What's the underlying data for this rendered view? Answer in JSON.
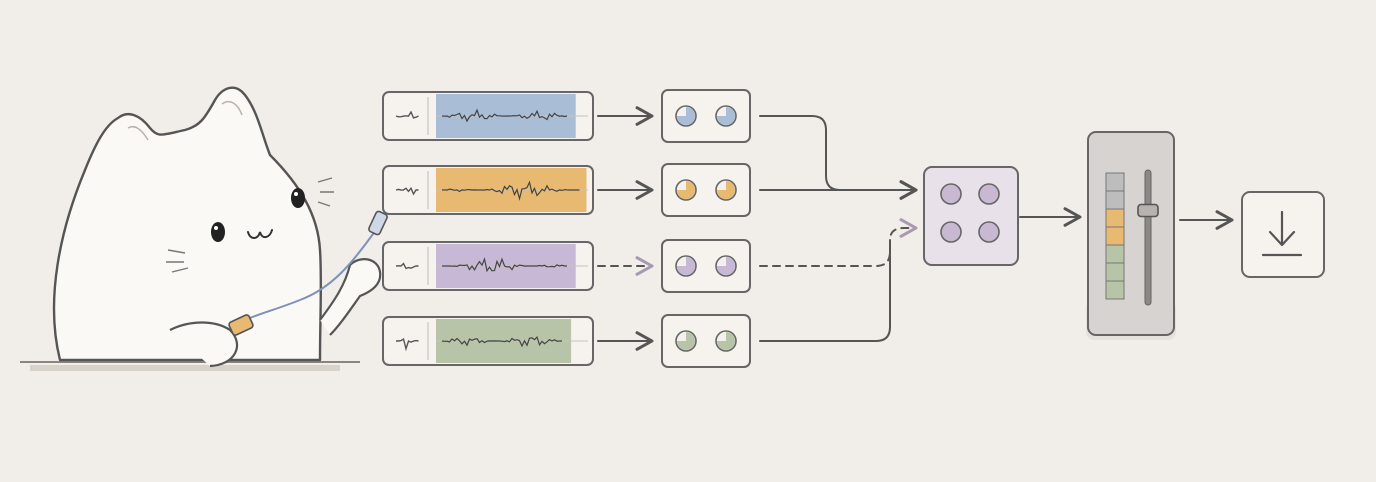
{
  "diagram": {
    "tracks": [
      {
        "id": "track-1",
        "color": "#a9bdd6",
        "fill_level": 0.68,
        "connection": "solid"
      },
      {
        "id": "track-2",
        "color": "#e8b970",
        "fill_level": 0.75,
        "connection": "solid"
      },
      {
        "id": "track-3",
        "color": "#c7b8d6",
        "fill_level": 0.68,
        "connection": "dashed"
      },
      {
        "id": "track-4",
        "color": "#b7c4a8",
        "fill_level": 0.65,
        "connection": "solid"
      }
    ],
    "mixer": {
      "knob_count": 4,
      "color": "#e9e1ea",
      "knob_color": "#c9b8d2"
    },
    "master": {
      "meter_segments": [
        "#bdbdbd",
        "#bdbdbd",
        "#e8b970",
        "#e8b970",
        "#b7c4a8",
        "#b7c4a8",
        "#b7c4a8"
      ],
      "fader_level": 0.3
    },
    "output": {
      "icon": "download-icon"
    }
  },
  "character": {
    "icon": "cat-icon",
    "holding": "audio-cable"
  },
  "colors": {
    "background": "#f1ede8",
    "ink": "#555555",
    "dash_link": "#a898b0"
  }
}
